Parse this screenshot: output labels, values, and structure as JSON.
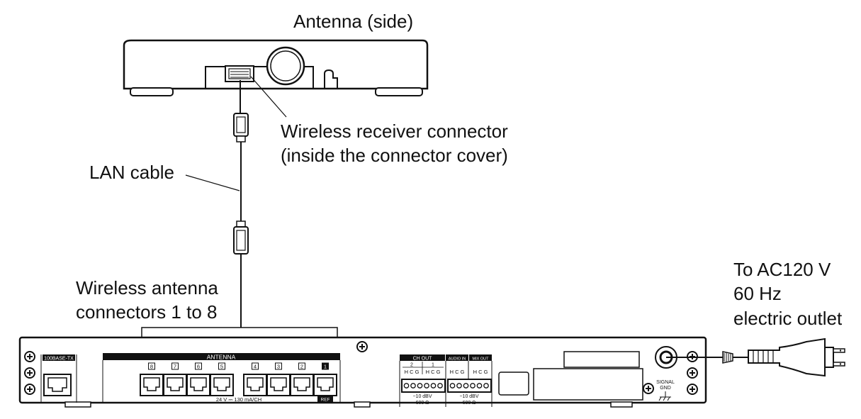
{
  "callouts": {
    "antenna_title": "Antenna (side)",
    "receiver_connector_line1": "Wireless receiver connector",
    "receiver_connector_line2": "(inside the connector cover)",
    "lan_cable": "LAN cable",
    "antenna_connectors_line1": "Wireless antenna",
    "antenna_connectors_line2": "connectors 1 to 8",
    "outlet_line1": "To AC120 V",
    "outlet_line2": "60 Hz",
    "outlet_line3": "electric outlet"
  },
  "panel": {
    "lan_port_label": "100BASE-TX",
    "antenna_header": "ANTENNA",
    "ports": [
      "8",
      "7",
      "6",
      "5",
      "4",
      "3",
      "2",
      "1"
    ],
    "power_rating": "24 V ⎓ 130 mA/CH",
    "ref_label": "REF",
    "ch_out_label": "CH OUT",
    "ch_out_channels": [
      "2",
      "1"
    ],
    "hcg": "H C G",
    "audio_in_label": "AUDIO IN",
    "mix_out_label": "MIX OUT",
    "level_left": "−10 dBV",
    "impedance_left": "600 Ω",
    "level_right": "−10 dBV",
    "impedance_right": "600 Ω",
    "signal_label": "SIGNAL",
    "gnd_label": "GND"
  }
}
